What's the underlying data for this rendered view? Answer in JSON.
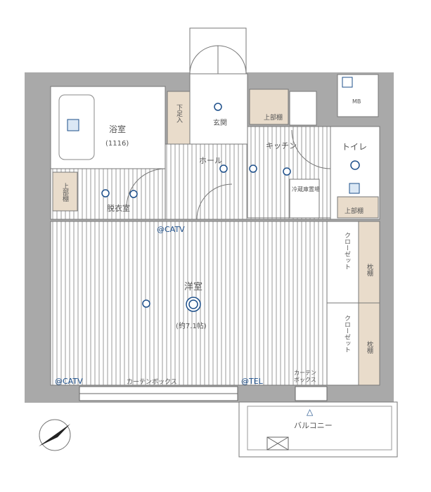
{
  "rooms": {
    "bath": "浴室",
    "bath_size": "(1116)",
    "shoe_box": "下足入",
    "entrance": "玄関",
    "hall": "ホール",
    "kitchen": "キッチン",
    "toilet": "トイレ",
    "washroom": "脱衣室",
    "western_room": "洋室",
    "western_room_size": "(約7.1帖)",
    "fridge_space": "冷蔵庫置場",
    "upper_shelf_kitchen": "上部棚",
    "upper_shelf_toilet": "上部棚",
    "upper_shelf_wash": "上部棚",
    "closet_1": "クローゼット",
    "closet_2": "クローゼット",
    "shelf_1": "枕棚",
    "shelf_2": "枕棚",
    "curtain_box_1": "カーテンボックス",
    "curtain_box_2a": "カーテン",
    "curtain_box_2b": "ボックス",
    "balcony": "バルコニー",
    "mb": "MB"
  },
  "colors": {
    "wall": "#a9a9a9",
    "tan": "#e9dccb",
    "blue": "#1d4f8a",
    "line": "#777777"
  }
}
